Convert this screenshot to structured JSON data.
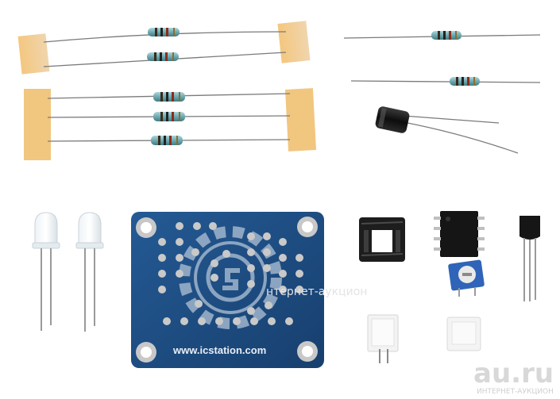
{
  "pcb": {
    "url_text": "www.icstation.com"
  },
  "watermark": {
    "logo_text": "au.ru",
    "logo_subtitle": "ИНТЕРНЕТ-АУКЦИОН",
    "center_text": "нтернет-аукцион"
  },
  "colors": {
    "pcb": "#1d4f86",
    "tape": "#f2c98d",
    "resistor_body": "#6fa9b0",
    "capacitor": "#161616",
    "trimmer": "#2f64b8"
  },
  "components": [
    "resistor",
    "resistor",
    "resistor",
    "resistor",
    "resistor",
    "resistor",
    "resistor",
    "electrolytic-capacitor",
    "led",
    "led",
    "pcb-board",
    "ic-socket",
    "ic-chip",
    "trimmer-potentiometer",
    "transistor",
    "connector-male",
    "connector-female"
  ]
}
